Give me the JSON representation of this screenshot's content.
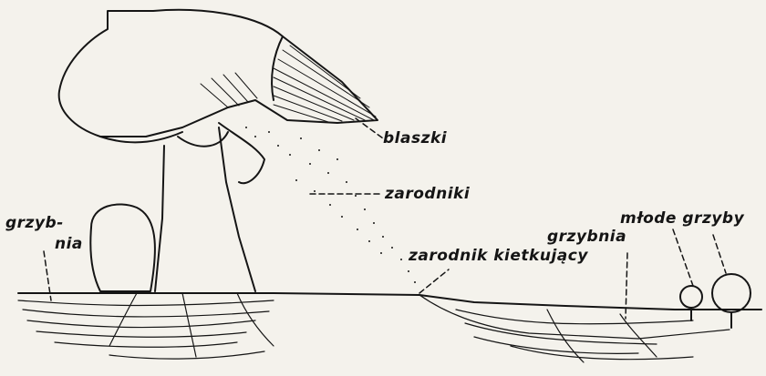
{
  "labels": {
    "blaszki": "blaszki",
    "zarodniki": "zarodniki",
    "zarodnik_kielkujacy": "zarodnik kietkujący",
    "grzybnia_left_part1": "grzyb-",
    "grzybnia_left_part2": "nia",
    "grzybnia_right": "grzybnia",
    "mlode_grzyby": "młode grzyby"
  },
  "colors": {
    "paper": "#f4f2ec",
    "ink": "#151515"
  }
}
